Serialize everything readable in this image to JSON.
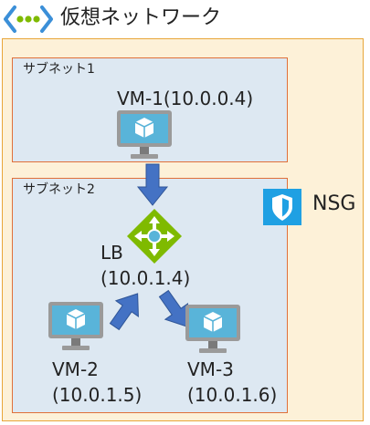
{
  "vnet": {
    "title": "仮想ネットワーク",
    "icon": "vnet-icon",
    "border_color": "#e8a63a",
    "fill_color": "#fdf1d8"
  },
  "subnets": [
    {
      "label": "サブネット1"
    },
    {
      "label": "サブネット2"
    }
  ],
  "subnet_style": {
    "fill_color": "#dde8f2",
    "border_color": "#e0703a"
  },
  "vm1": {
    "label": "VM-1(10.0.0.4)",
    "icon": "virtual-machine-icon"
  },
  "lb": {
    "name": "LB",
    "address": "(10.0.1.4)",
    "icon": "load-balancer-icon"
  },
  "vm2": {
    "name": "VM-2",
    "address": "(10.0.1.5)",
    "icon": "virtual-machine-icon"
  },
  "vm3": {
    "name": "VM-3",
    "address": "(10.0.1.6)",
    "icon": "virtual-machine-icon"
  },
  "nsg": {
    "label": "NSG",
    "icon": "shield-icon"
  },
  "arrow_color": "#4472c4"
}
